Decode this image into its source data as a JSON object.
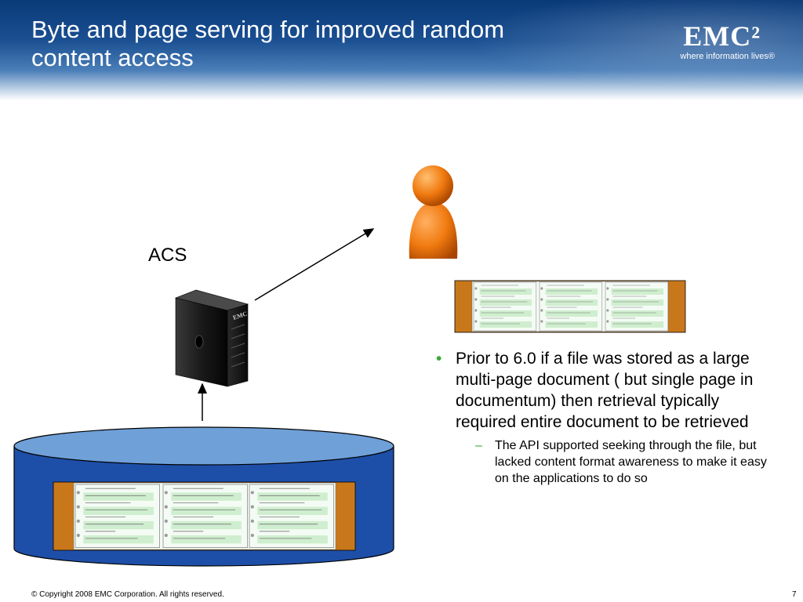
{
  "slide": {
    "title": "Byte and page serving for improved random content access",
    "page_number": "7"
  },
  "logo": {
    "mark": "EMC²",
    "tagline": "where information lives®"
  },
  "diagram": {
    "server_label": "ACS",
    "server_brand": "EMC"
  },
  "content": {
    "bullet_main": "Prior to 6.0 if a file was stored as a large multi-page document ( but single page in documentum) then retrieval typically required entire document to be retrieved",
    "bullet_sub": "The API supported seeking through the file, but lacked content format awareness to make it easy on the applications to do so"
  },
  "footer": {
    "copyright": "© Copyright 2008 EMC Corporation. All rights reserved."
  },
  "colors": {
    "header_dark": "#0a3a78",
    "cylinder_fill": "#1e4fa8",
    "cylinder_top": "#6fa0d8",
    "bullet_green": "#3aa836",
    "person_orange": "#f07a10",
    "paper_border": "#c8781a"
  }
}
